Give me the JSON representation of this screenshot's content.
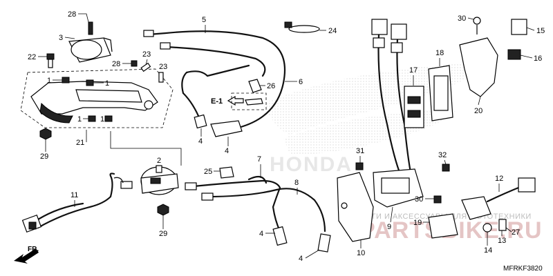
{
  "diagram": {
    "code": "MFRKF3820",
    "front_marker": "FR.",
    "ref_marker": "E-1",
    "watermark_brand": "HONDA",
    "watermark_text": "ЗАПЧАСТИ И АКСЕССУАРЫ ДЛЯ МОТОТЕХНИКИ",
    "watermark_site": "PARTSBIKE.RU",
    "callouts": [
      "28",
      "3",
      "22",
      "1",
      "1",
      "1",
      "1",
      "21",
      "29",
      "28",
      "23",
      "23",
      "5",
      "24",
      "4",
      "4",
      "26",
      "6",
      "2",
      "25",
      "7",
      "8",
      "11",
      "29",
      "4",
      "4",
      "9",
      "10",
      "31",
      "32",
      "30",
      "15",
      "16",
      "18",
      "17",
      "20",
      "12",
      "19",
      "30",
      "13",
      "14",
      "27"
    ]
  }
}
